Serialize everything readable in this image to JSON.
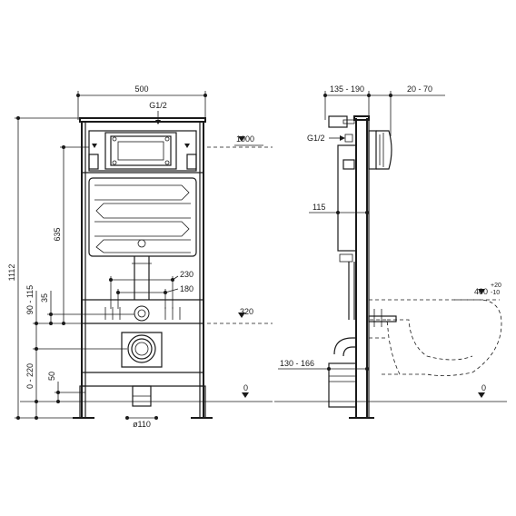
{
  "front_view": {
    "width_label": "500",
    "inlet_label": "G1/2",
    "top_level_label": "1000",
    "total_height_label": "1112",
    "flush_height_label": "635",
    "range_label": "90 - 115",
    "offset_35_label": "35",
    "spacing_230_label": "230",
    "spacing_180_label": "180",
    "level_320_label": "320",
    "adjust_label": "0 - 220",
    "offset_50_label": "50",
    "floor_label": "0",
    "pipe_label": "ø110"
  },
  "side_view": {
    "depth_label": "135 - 190",
    "button_label": "20 - 70",
    "inlet_label": "G1/2",
    "offset_115_label": "115",
    "seat_height_label": "400",
    "seat_tol_plus": "+20",
    "seat_tol_minus": "-10",
    "drain_label": "130 - 166",
    "floor_label": "0"
  }
}
